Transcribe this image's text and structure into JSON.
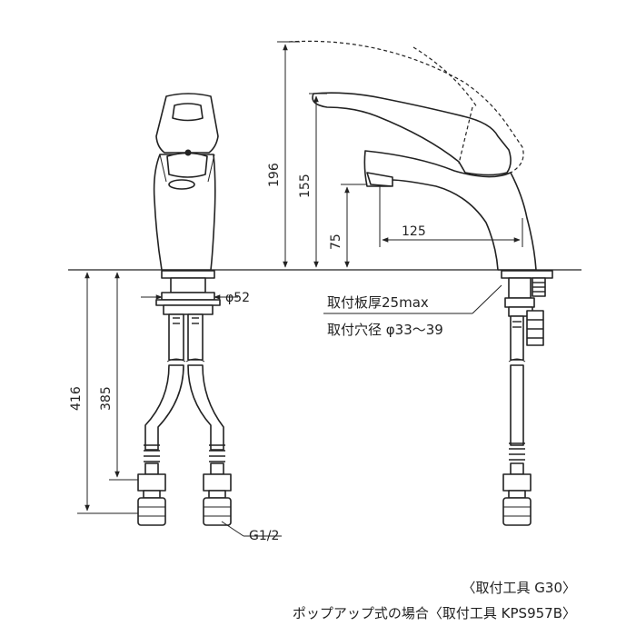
{
  "dimensions": {
    "total_height": "196",
    "handle_height": "155",
    "spout_height": "75",
    "spout_reach": "125",
    "base_diameter": "φ52",
    "hose_length_total": "416",
    "hose_length": "385",
    "thread": "G1/2"
  },
  "notes": {
    "counter_thickness": "取付板厚25max",
    "hole_diameter": "取付穴径 φ33～39"
  },
  "captions": {
    "tool": "〈取付工具 G30〉",
    "popup_tool": "ポップアップ式の場合〈取付工具 KPS957B〉"
  }
}
